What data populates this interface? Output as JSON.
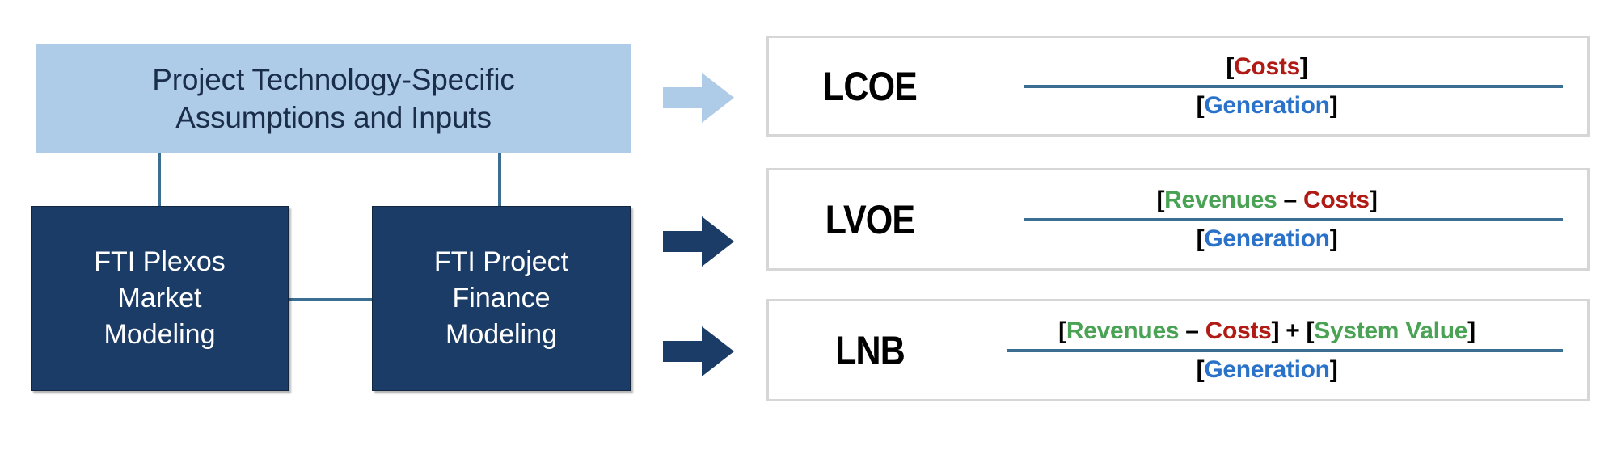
{
  "diagram": {
    "title_text": "Project Technology-Specific Assumptions and Inputs",
    "input_box": {
      "line1": "Project Technology-Specific",
      "line2": "Assumptions and Inputs",
      "fill_color": "#aecbe8",
      "text_color": "#1a2e4a"
    },
    "model_boxes": [
      {
        "name": "FTI Plexos Market Modeling",
        "line1": "FTI Plexos",
        "line2": "Market",
        "line3": "Modeling",
        "fill_color": "#1c3c68",
        "text_color": "#ffffff"
      },
      {
        "name": "FTI Project Finance Modeling",
        "line1": "FTI Project",
        "line2": "Finance",
        "line3": "Modeling",
        "fill_color": "#1c3c68",
        "text_color": "#ffffff"
      }
    ],
    "connector_color": "#3c6e91",
    "arrows": [
      {
        "label": "arrow-to-lcoe",
        "color": "#aecbe8"
      },
      {
        "label": "arrow-to-lvoe",
        "color": "#1c3c68"
      },
      {
        "label": "arrow-to-lnb",
        "color": "#1c3c68"
      }
    ],
    "metrics": [
      {
        "abbrev": "LCOE",
        "numerator_tokens": [
          {
            "text": "[",
            "role": "bracket"
          },
          {
            "text": "Costs",
            "role": "cost"
          },
          {
            "text": "]",
            "role": "bracket"
          }
        ],
        "denominator_tokens": [
          {
            "text": "[",
            "role": "bracket"
          },
          {
            "text": "Generation",
            "role": "gen"
          },
          {
            "text": "]",
            "role": "bracket"
          }
        ]
      },
      {
        "abbrev": "LVOE",
        "numerator_tokens": [
          {
            "text": "[",
            "role": "bracket"
          },
          {
            "text": "Revenues",
            "role": "rev"
          },
          {
            "text": " – ",
            "role": "op"
          },
          {
            "text": "Costs",
            "role": "cost"
          },
          {
            "text": "]",
            "role": "bracket"
          }
        ],
        "denominator_tokens": [
          {
            "text": "[",
            "role": "bracket"
          },
          {
            "text": "Generation",
            "role": "gen"
          },
          {
            "text": "]",
            "role": "bracket"
          }
        ]
      },
      {
        "abbrev": "LNB",
        "numerator_tokens": [
          {
            "text": "[",
            "role": "bracket"
          },
          {
            "text": "Revenues",
            "role": "rev"
          },
          {
            "text": " – ",
            "role": "op"
          },
          {
            "text": "Costs",
            "role": "cost"
          },
          {
            "text": "]",
            "role": "bracket"
          },
          {
            "text": " + ",
            "role": "op"
          },
          {
            "text": "[",
            "role": "bracket"
          },
          {
            "text": "System Value",
            "role": "sys"
          },
          {
            "text": "]",
            "role": "bracket"
          }
        ],
        "denominator_tokens": [
          {
            "text": "[",
            "role": "bracket"
          },
          {
            "text": "Generation",
            "role": "gen"
          },
          {
            "text": "]",
            "role": "bracket"
          }
        ]
      }
    ],
    "colors": {
      "cost": "#b01b16",
      "revenue": "#4aa355",
      "generation": "#2a71c9",
      "system_value": "#4aa355",
      "bracket": "#000000",
      "fraction_bar": "#3c6e91",
      "card_border": "#d6d6d6"
    }
  }
}
